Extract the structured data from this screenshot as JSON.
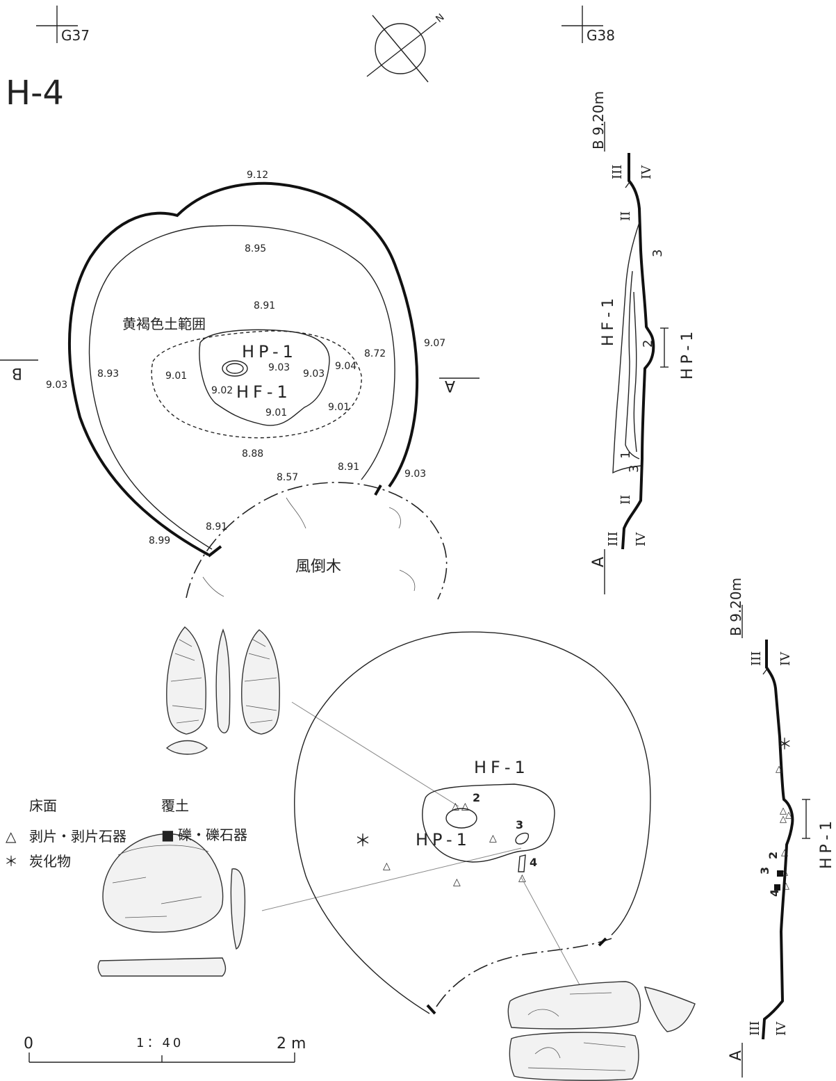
{
  "feature_id": "H-4",
  "grid_markers": [
    "G37",
    "G38"
  ],
  "north_label": "N",
  "plan_top": {
    "zone_label": "黄褐色土範囲",
    "hp_label": "HP-1",
    "hf_label": "HF-1",
    "windfall_label": "風倒木",
    "section_b_label": "B",
    "section_a_label": "A",
    "elevations": [
      "9.12",
      "8.95",
      "8.91",
      "9.07",
      "8.72",
      "9.04",
      "9.03",
      "9.03",
      "9.03",
      "8.93",
      "9.01",
      "9.02",
      "9.01",
      "9.01",
      "8.88",
      "8.57",
      "8.91",
      "9.03",
      "8.91",
      "8.99"
    ]
  },
  "plan_bottom": {
    "hf_label": "HF-1",
    "hp_label": "HP-1",
    "artifact_numbers": [
      "2",
      "3",
      "4"
    ]
  },
  "legend": {
    "floor_header": "床面",
    "fill_header": "覆土",
    "items": [
      {
        "symbol": "△",
        "label": "剥片・剥片石器"
      },
      {
        "symbol": "■",
        "label": "礫・礫石器"
      },
      {
        "symbol": "＊",
        "label": "炭化物"
      }
    ]
  },
  "section_top": {
    "elevation_label": "B 9.20m",
    "end_label": "A",
    "layers": [
      "III",
      "IV",
      "II",
      "3",
      "HF-1",
      "2",
      "HP-1",
      "1",
      "3",
      "II",
      "III",
      "IV"
    ]
  },
  "section_bottom": {
    "elevation_label": "B 9.20m",
    "end_label": "A",
    "layers": [
      "III",
      "IV",
      "HP-1",
      "III",
      "IV"
    ],
    "artifact_numbers": [
      "2",
      "3",
      "4"
    ]
  },
  "scale_bar": {
    "start": "0",
    "ratio": "1：40",
    "end": "2 m"
  }
}
